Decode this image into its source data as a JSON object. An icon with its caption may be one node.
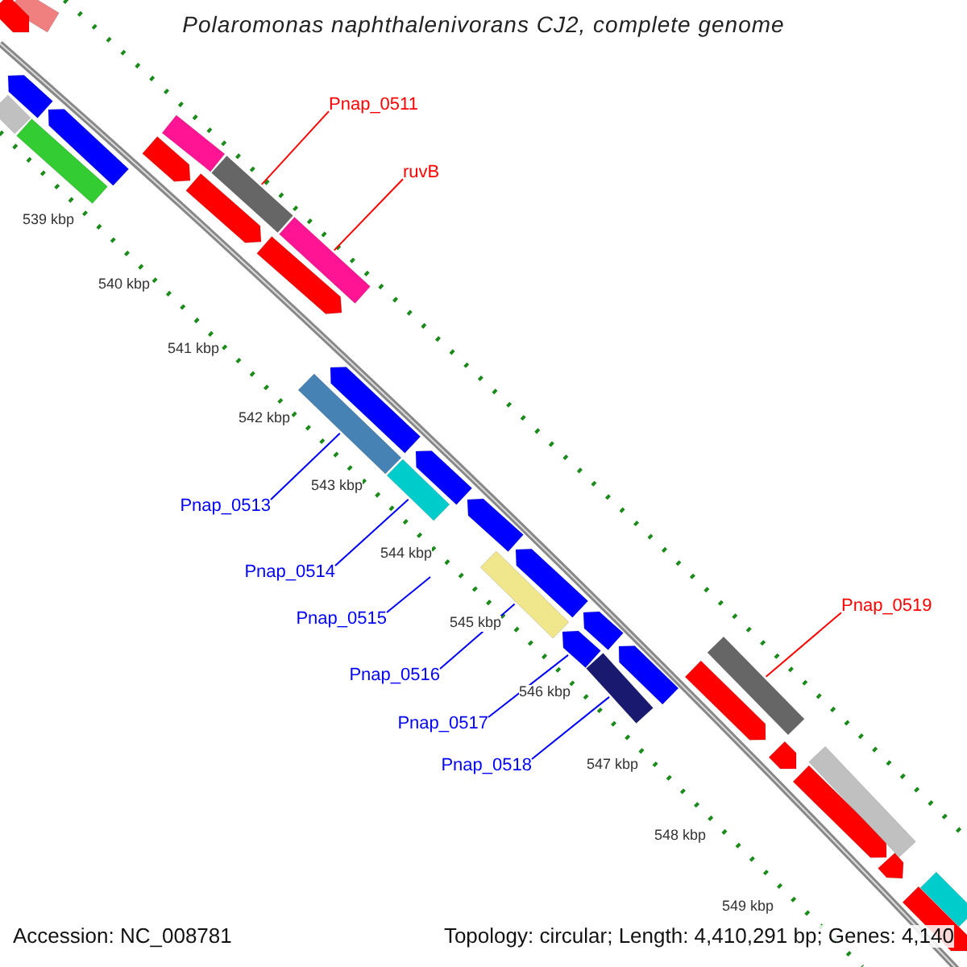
{
  "diagram": {
    "title": "Polaromonas naphthalenivorans CJ2, complete genome",
    "nodes": [
      {
        "text": [
          "Pnap_0511"
        ]
      },
      {
        "text": [
          "ruvB"
        ]
      },
      {
        "text": [
          "Pnap_0513"
        ]
      },
      {
        "text": [
          "Pnap_0514"
        ]
      },
      {
        "text": [
          "Pnap_0515"
        ]
      },
      {
        "text": [
          "Pnap_0516"
        ]
      },
      {
        "text": [
          "Pnap_0517"
        ]
      },
      {
        "text": [
          "Pnap_0518"
        ]
      },
      {
        "text": [
          "Pnap_0519"
        ]
      },
      {
        "text": [],
        "shape": "bar"
      },
      {
        "text": [],
        "shape": "arrow"
      },
      {
        "text": [],
        "shape": "arrow"
      },
      {
        "text": [],
        "shape": "arrow"
      },
      {
        "text": [],
        "shape": "bar"
      },
      {
        "text": [],
        "shape": "bar"
      },
      {
        "text": [],
        "shape": "bar"
      },
      {
        "text": [],
        "shape": "bar"
      },
      {
        "text": [],
        "shape": "bar"
      },
      {
        "text": [],
        "shape": "arrow"
      },
      {
        "text": [],
        "shape": "arrow"
      },
      {
        "text": [],
        "shape": "arrow"
      },
      {
        "text": [],
        "shape": "arrow"
      },
      {
        "text": [],
        "shape": "arrow"
      },
      {
        "text": [],
        "shape": "arrow"
      },
      {
        "text": [],
        "shape": "arrow"
      },
      {
        "text": [],
        "shape": "arrow"
      },
      {
        "text": [],
        "shape": "arrow"
      },
      {
        "text": [],
        "shape": "bar"
      },
      {
        "text": [],
        "shape": "bar"
      },
      {
        "text": [],
        "shape": "bar"
      },
      {
        "text": [],
        "shape": "arrow"
      },
      {
        "text": [],
        "shape": "bar"
      },
      {
        "text": [],
        "shape": "arrow"
      },
      {
        "text": [],
        "shape": "arrow"
      },
      {
        "text": [],
        "shape": "arrow"
      },
      {
        "text": [],
        "shape": "arrow"
      },
      {
        "text": [],
        "shape": "arrow"
      },
      {
        "text": [],
        "shape": "bar"
      },
      {
        "text": [],
        "shape": "bar"
      },
      {
        "text": [],
        "shape": "bar"
      }
    ],
    "edges": [
      {
        "from": 0,
        "to": 16,
        "arrow": "none",
        "color": "#ff0000"
      },
      {
        "from": 1,
        "to": 17,
        "arrow": "none",
        "color": "#ff0000"
      },
      {
        "from": 2,
        "to": 27,
        "arrow": "none"
      },
      {
        "from": 3,
        "to": 28,
        "arrow": "none"
      },
      {
        "from": 4,
        "to": null,
        "arrow": "none"
      },
      {
        "from": 5,
        "to": 29,
        "arrow": "none"
      },
      {
        "from": 6,
        "to": 30,
        "arrow": "none"
      },
      {
        "from": 7,
        "to": 31,
        "arrow": "none"
      },
      {
        "from": 8,
        "to": 37,
        "arrow": "none",
        "color": "#ff0000"
      }
    ],
    "labels": [
      "539 kbp",
      "540 kbp",
      "541 kbp",
      "542 kbp",
      "543 kbp",
      "544 kbp",
      "545 kbp",
      "546 kbp",
      "547 kbp",
      "548 kbp",
      "549 kbp",
      "Accession: NC_008781",
      "Topology: circular; Length: 4,410,291 bp; Genes: 4,140"
    ]
  }
}
